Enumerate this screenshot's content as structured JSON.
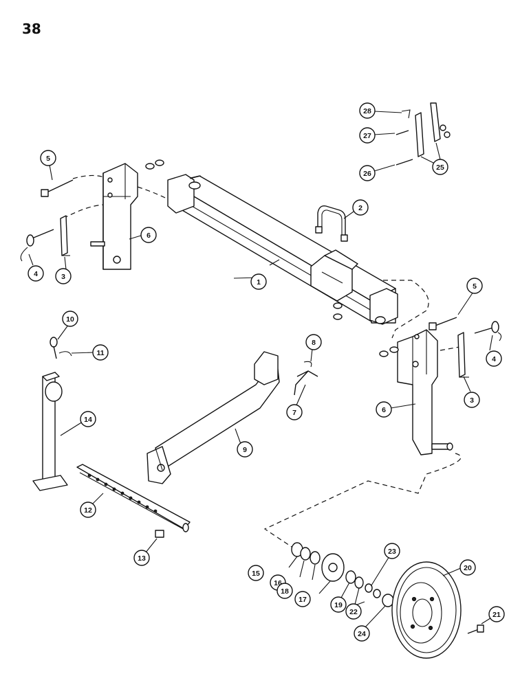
{
  "page": {
    "number": "38"
  },
  "callouts": [
    {
      "id": "1",
      "label": "1"
    },
    {
      "id": "2",
      "label": "2"
    },
    {
      "id": "3a",
      "label": "3"
    },
    {
      "id": "3b",
      "label": "3"
    },
    {
      "id": "4a",
      "label": "4"
    },
    {
      "id": "4b",
      "label": "4"
    },
    {
      "id": "5a",
      "label": "5"
    },
    {
      "id": "5b",
      "label": "5"
    },
    {
      "id": "6a",
      "label": "6"
    },
    {
      "id": "6b",
      "label": "6"
    },
    {
      "id": "7",
      "label": "7"
    },
    {
      "id": "8",
      "label": "8"
    },
    {
      "id": "9",
      "label": "9"
    },
    {
      "id": "10",
      "label": "10"
    },
    {
      "id": "11",
      "label": "11"
    },
    {
      "id": "12",
      "label": "12"
    },
    {
      "id": "13",
      "label": "13"
    },
    {
      "id": "14",
      "label": "14"
    },
    {
      "id": "15",
      "label": "15"
    },
    {
      "id": "16",
      "label": "16"
    },
    {
      "id": "17",
      "label": "17"
    },
    {
      "id": "18",
      "label": "18"
    },
    {
      "id": "19",
      "label": "19"
    },
    {
      "id": "20",
      "label": "20"
    },
    {
      "id": "21",
      "label": "21"
    },
    {
      "id": "22",
      "label": "22"
    },
    {
      "id": "23",
      "label": "23"
    },
    {
      "id": "24",
      "label": "24"
    },
    {
      "id": "25",
      "label": "25"
    },
    {
      "id": "26",
      "label": "26"
    },
    {
      "id": "27",
      "label": "27"
    },
    {
      "id": "28",
      "label": "28"
    }
  ]
}
